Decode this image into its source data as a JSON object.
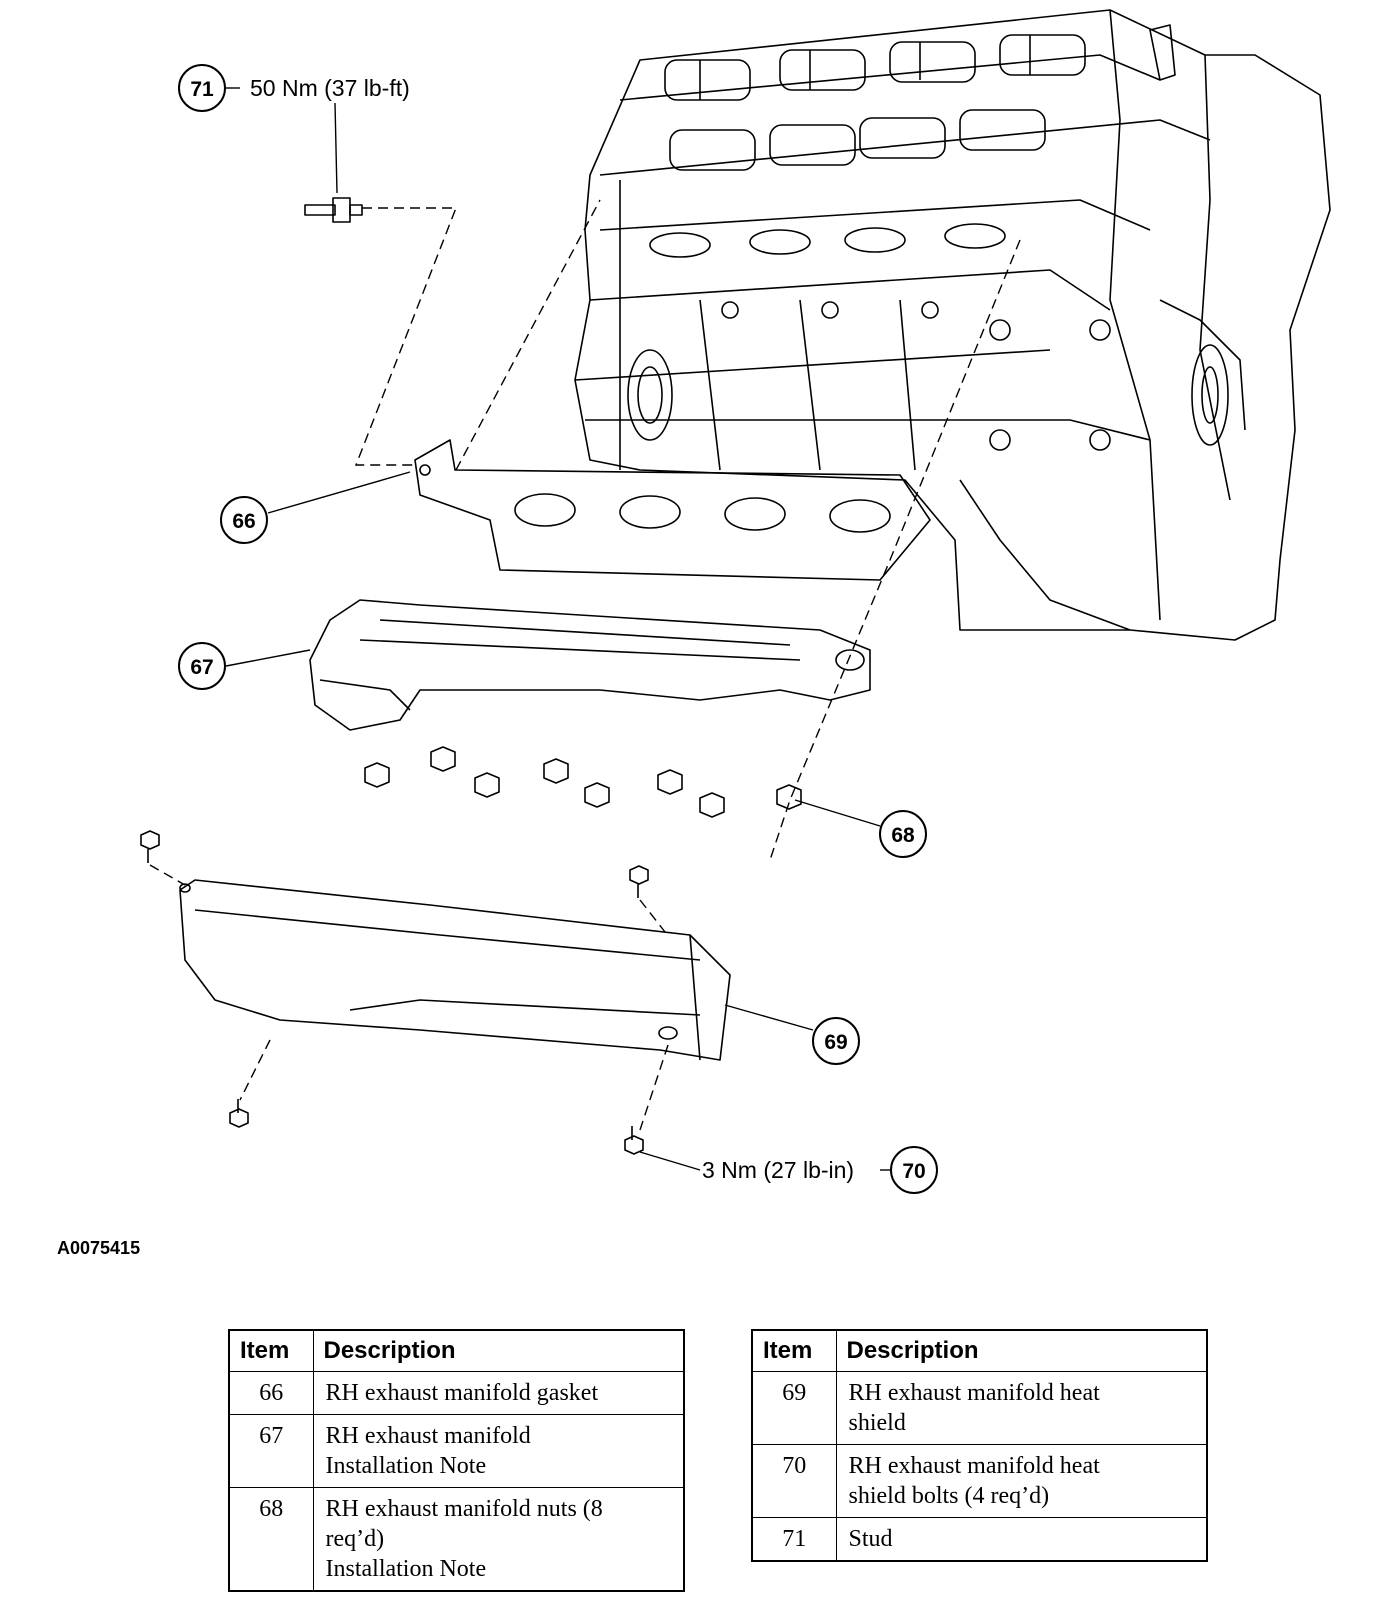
{
  "diagram": {
    "figure_id": "A0075415",
    "callouts": [
      {
        "num": "71",
        "torque": "50 Nm (37 lb-ft)"
      },
      {
        "num": "66"
      },
      {
        "num": "67"
      },
      {
        "num": "68"
      },
      {
        "num": "69"
      },
      {
        "num": "70",
        "torque": "3 Nm (27 lb-in)"
      }
    ]
  },
  "legend_left": {
    "headers": [
      "Item",
      "Description"
    ],
    "rows": [
      {
        "item": "66",
        "lines": [
          "RH exhaust manifold gasket"
        ]
      },
      {
        "item": "67",
        "lines": [
          "RH exhaust manifold",
          "Installation Note"
        ]
      },
      {
        "item": "68",
        "lines": [
          "RH exhaust manifold nuts (8",
          "req’d)",
          "Installation Note"
        ]
      }
    ]
  },
  "legend_right": {
    "headers": [
      "Item",
      "Description"
    ],
    "rows": [
      {
        "item": "69",
        "lines": [
          "RH exhaust manifold heat",
          "shield"
        ]
      },
      {
        "item": "70",
        "lines": [
          "RH exhaust manifold heat",
          "shield bolts (4 req’d)"
        ]
      },
      {
        "item": "71",
        "lines": [
          "Stud"
        ]
      }
    ]
  }
}
